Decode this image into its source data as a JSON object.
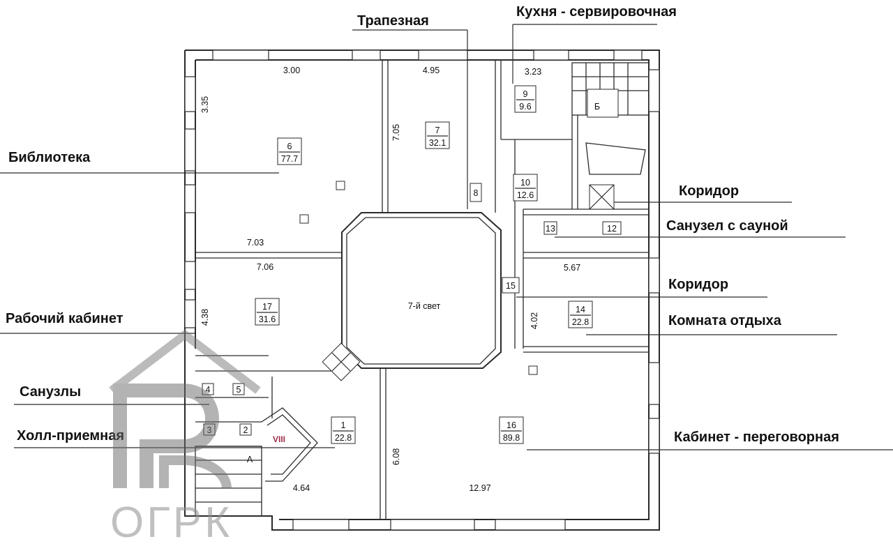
{
  "labels": {
    "trapeznaya": "Трапезная",
    "kitchen": "Кухня - сервировочная",
    "library": "Библиотека",
    "corridor_1": "Коридор",
    "bath_sauna": "Санузел с сауной",
    "corridor_2": "Коридор",
    "study": "Рабочий кабинет",
    "rest_room": "Комната отдыха",
    "bathrooms": "Санузлы",
    "hall": "Холл-приемная",
    "meeting": "Кабинет - переговорная"
  },
  "rooms": [
    {
      "num": "6",
      "area": "77.7"
    },
    {
      "num": "7",
      "area": "32.1"
    },
    {
      "num": "9",
      "area": "9.6"
    },
    {
      "num": "10",
      "area": "12.6"
    },
    {
      "num": "17",
      "area": "31.6"
    },
    {
      "num": "14",
      "area": "22.8"
    },
    {
      "num": "1",
      "area": "22.8"
    },
    {
      "num": "16",
      "area": "89.8"
    }
  ],
  "small_rooms": [
    "8",
    "13",
    "12",
    "15",
    "4",
    "5",
    "3",
    "2"
  ],
  "dimensions": [
    "3.00",
    "4.95",
    "3.23",
    "3.35",
    "7.05",
    "7.03",
    "7.06",
    "4.38",
    "5.67",
    "4.02",
    "6.08",
    "4.64",
    "12.97"
  ],
  "center_label": "7-й свет",
  "stair_labels": [
    "Б",
    "А"
  ],
  "roman_label": "VIII",
  "watermark": "ОГРК"
}
